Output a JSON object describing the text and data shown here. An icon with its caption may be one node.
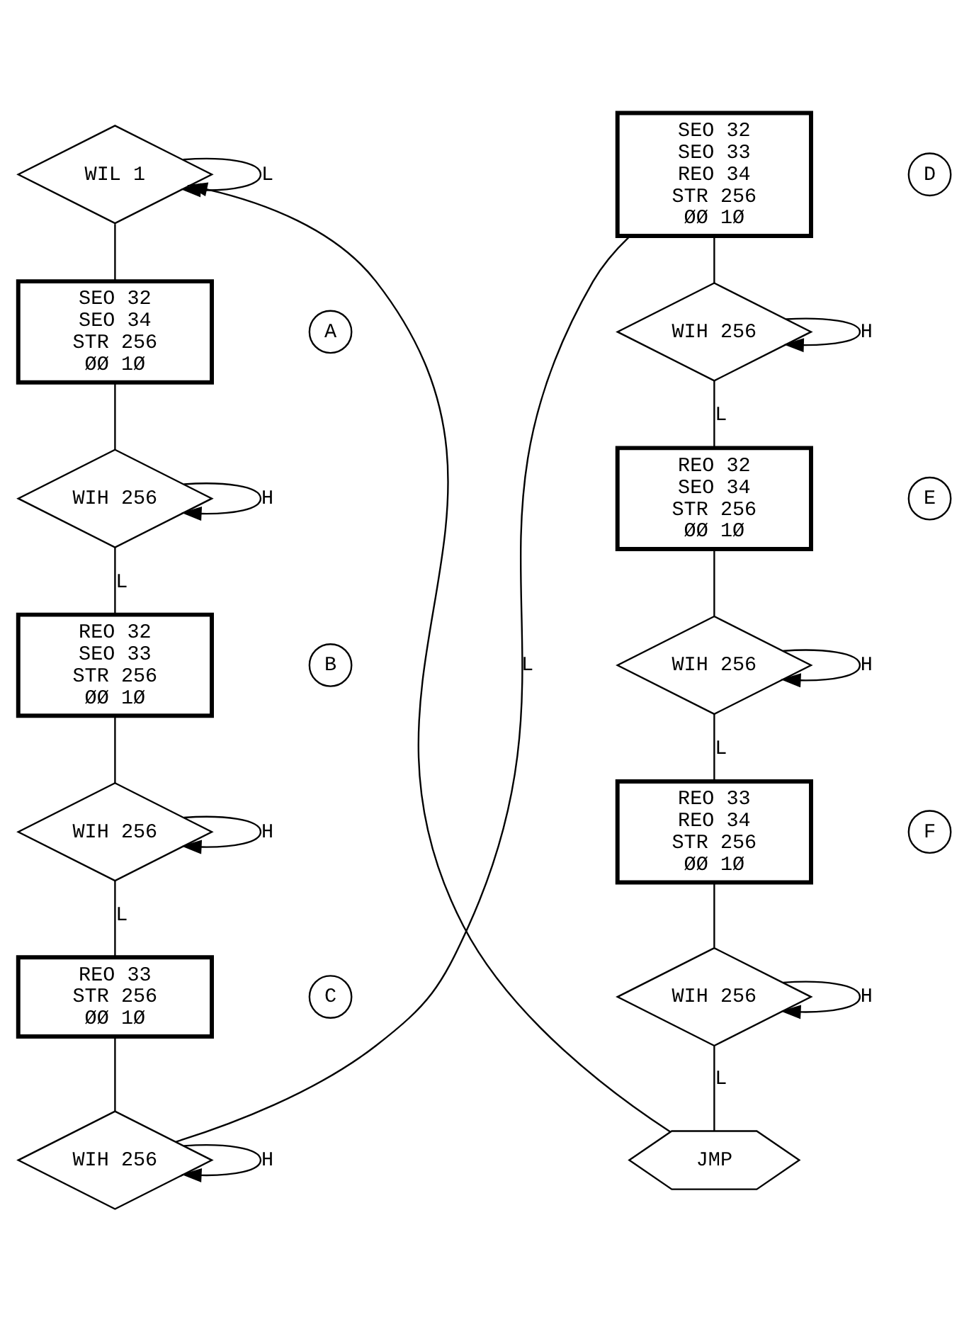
{
  "diagram": {
    "nodes": [
      {
        "text": [
          "WIL 1"
        ]
      },
      {
        "text": [
          "A"
        ]
      },
      {
        "text": [
          "SEO 32",
          "SEO 34",
          "STR 256",
          "ØØ 1Ø"
        ]
      },
      {
        "text": [
          "WIH 256"
        ]
      },
      {
        "text": [
          "B"
        ]
      },
      {
        "text": [
          "REO 32",
          "SEO 33",
          "STR 256",
          "ØØ 1Ø"
        ]
      },
      {
        "text": [
          "WIH 256"
        ]
      },
      {
        "text": [
          "C"
        ]
      },
      {
        "text": [
          "REO 33",
          "STR 256",
          "ØØ 1Ø"
        ]
      },
      {
        "text": [
          "WIH 256"
        ]
      },
      {
        "text": [
          "D"
        ]
      },
      {
        "text": [
          "SEO 32",
          "SEO 33",
          "REO 34",
          "STR 256",
          "ØØ 1Ø"
        ]
      },
      {
        "text": [
          "WIH 256"
        ]
      },
      {
        "text": [
          "E"
        ]
      },
      {
        "text": [
          "REO 32",
          "SEO 34",
          "STR 256",
          "ØØ 1Ø"
        ]
      },
      {
        "text": [
          "WIH 256"
        ]
      },
      {
        "text": [
          "F"
        ]
      },
      {
        "text": [
          "REO 33",
          "REO 34",
          "STR 256",
          "ØØ 1Ø"
        ]
      },
      {
        "text": [
          "WIH 256"
        ]
      },
      {
        "text": [
          "JMP"
        ]
      }
    ],
    "edges": [
      {
        "from": 0,
        "to": 0,
        "arrow": "to",
        "label": "L"
      },
      {
        "from": 0,
        "to": 2,
        "arrow": "none"
      },
      {
        "from": 2,
        "to": 3,
        "arrow": "none"
      },
      {
        "from": 3,
        "to": 3,
        "arrow": "to",
        "label": "H"
      },
      {
        "from": 3,
        "to": 5,
        "arrow": "none",
        "label": "L"
      },
      {
        "from": 5,
        "to": 6,
        "arrow": "none"
      },
      {
        "from": 6,
        "to": 6,
        "arrow": "to",
        "label": "H"
      },
      {
        "from": 6,
        "to": 8,
        "arrow": "none",
        "label": "L"
      },
      {
        "from": 8,
        "to": 9,
        "arrow": "none"
      },
      {
        "from": 9,
        "to": 9,
        "arrow": "to",
        "label": "H"
      },
      {
        "from": 9,
        "to": 11,
        "arrow": "none",
        "label": "L"
      },
      {
        "from": 11,
        "to": 12,
        "arrow": "none"
      },
      {
        "from": 12,
        "to": 12,
        "arrow": "to",
        "label": "H"
      },
      {
        "from": 12,
        "to": 14,
        "arrow": "none",
        "label": "L"
      },
      {
        "from": 14,
        "to": 15,
        "arrow": "none"
      },
      {
        "from": 15,
        "to": 15,
        "arrow": "to",
        "label": "H"
      },
      {
        "from": 15,
        "to": 17,
        "arrow": "none",
        "label": "L"
      },
      {
        "from": 17,
        "to": 18,
        "arrow": "none"
      },
      {
        "from": 18,
        "to": 18,
        "arrow": "to",
        "label": "H"
      },
      {
        "from": 18,
        "to": 19,
        "arrow": "none",
        "label": "L"
      },
      {
        "from": 19,
        "to": 0,
        "arrow": "to"
      }
    ]
  }
}
